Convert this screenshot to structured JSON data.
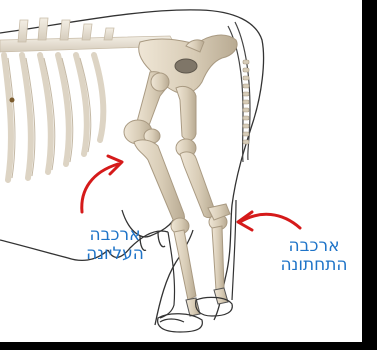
{
  "labels": {
    "upper_knee": {
      "line1": "ארכבה",
      "line2": "העליונה"
    },
    "lower_knee": {
      "line1": "ארכבה",
      "line2": "התחתונה"
    }
  },
  "colors": {
    "label_text": "#1f74c8",
    "arrow": "#d51a1a",
    "bone": "#d9cdb8",
    "outline": "#333333",
    "background": "#ffffff",
    "frame": "#000000"
  }
}
